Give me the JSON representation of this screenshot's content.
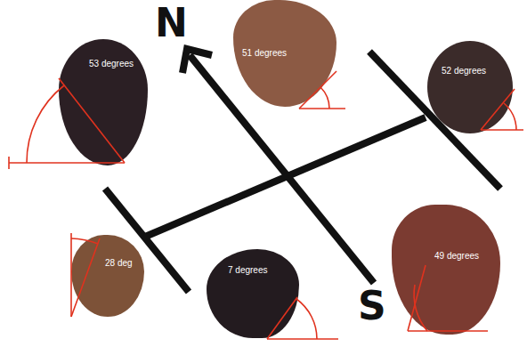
{
  "diagram": {
    "nodes": [
      {
        "text": [
          "53 degrees"
        ]
      },
      {
        "text": [
          "51 degrees"
        ]
      },
      {
        "text": [
          "52 degrees"
        ]
      },
      {
        "text": [
          "28 deg"
        ]
      },
      {
        "text": [
          "7 degrees"
        ]
      },
      {
        "text": [
          "49 degrees"
        ]
      }
    ],
    "labels": [
      "N",
      "S"
    ]
  }
}
